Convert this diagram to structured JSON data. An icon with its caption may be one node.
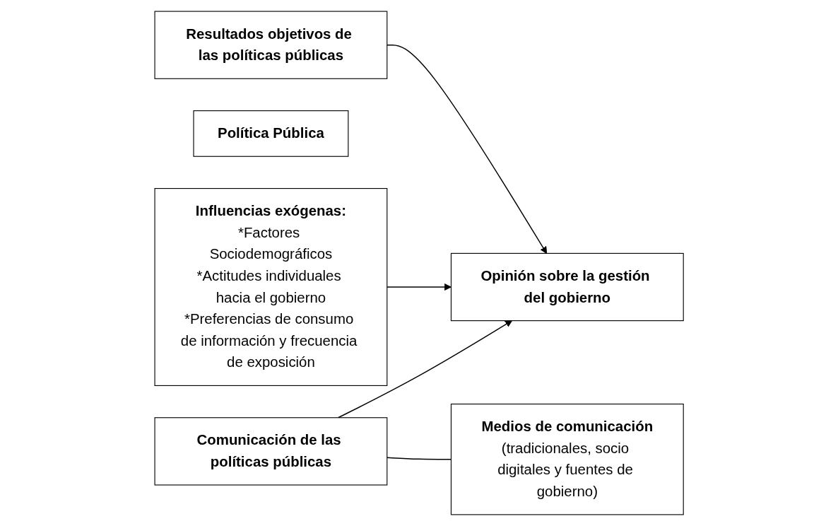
{
  "diagram": {
    "nodes": [
      {
        "text": [
          "Resultados objetivos de las políticas públicas"
        ]
      },
      {
        "text": [
          "Opinión sobre la gestión del gobierno"
        ]
      },
      {
        "text": [
          "Política Pública"
        ]
      },
      {
        "text": [
          "Comunicación de las políticas públicas"
        ]
      },
      {
        "text": [
          "Medios de comunicación",
          "(tradicionales, socio digitales y fuentes de gobierno)"
        ]
      },
      {
        "text": [
          "Influencias exógenas:",
          "*Factores Sociodemográficos",
          "*Actitudes individuales hacia el gobierno",
          "*Preferencias de consumo de información y frecuencia de exposición"
        ]
      }
    ],
    "edges": [
      {
        "from": 0,
        "to": 1,
        "arrow": "to"
      },
      {
        "from": 3,
        "to": 1,
        "arrow": "to"
      },
      {
        "from": 5,
        "to": 1,
        "arrow": "to"
      },
      {
        "from": 3,
        "to": 4,
        "arrow": "none"
      }
    ]
  }
}
